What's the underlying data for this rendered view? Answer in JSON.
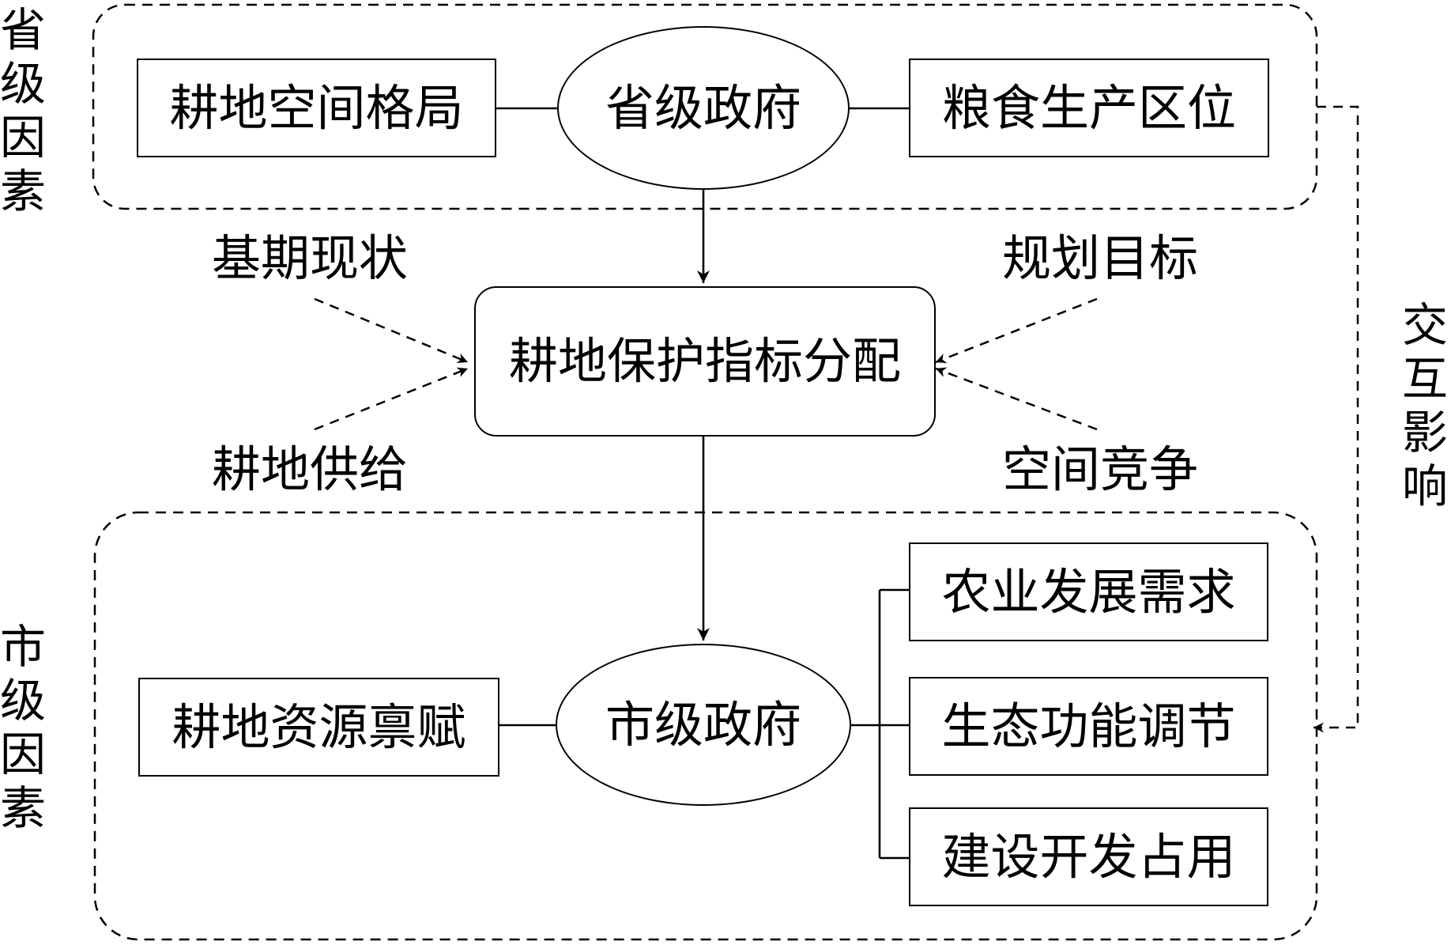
{
  "province": {
    "label": "省级因素",
    "government": "省级政府",
    "left_factor": "耕地空间格局",
    "right_factor": "粮食生产区位"
  },
  "center": {
    "title": "耕地保护指标分配",
    "inputs": {
      "top_left": "基期现状",
      "bottom_left": "耕地供给",
      "top_right": "规划目标",
      "bottom_right": "空间竞争"
    }
  },
  "city": {
    "label": "市级因素",
    "government": "市级政府",
    "left_factor": "耕地资源禀赋",
    "right_factors": [
      "农业发展需求",
      "生态功能调节",
      "建设开发占用"
    ]
  },
  "interaction_label": "交互影响"
}
